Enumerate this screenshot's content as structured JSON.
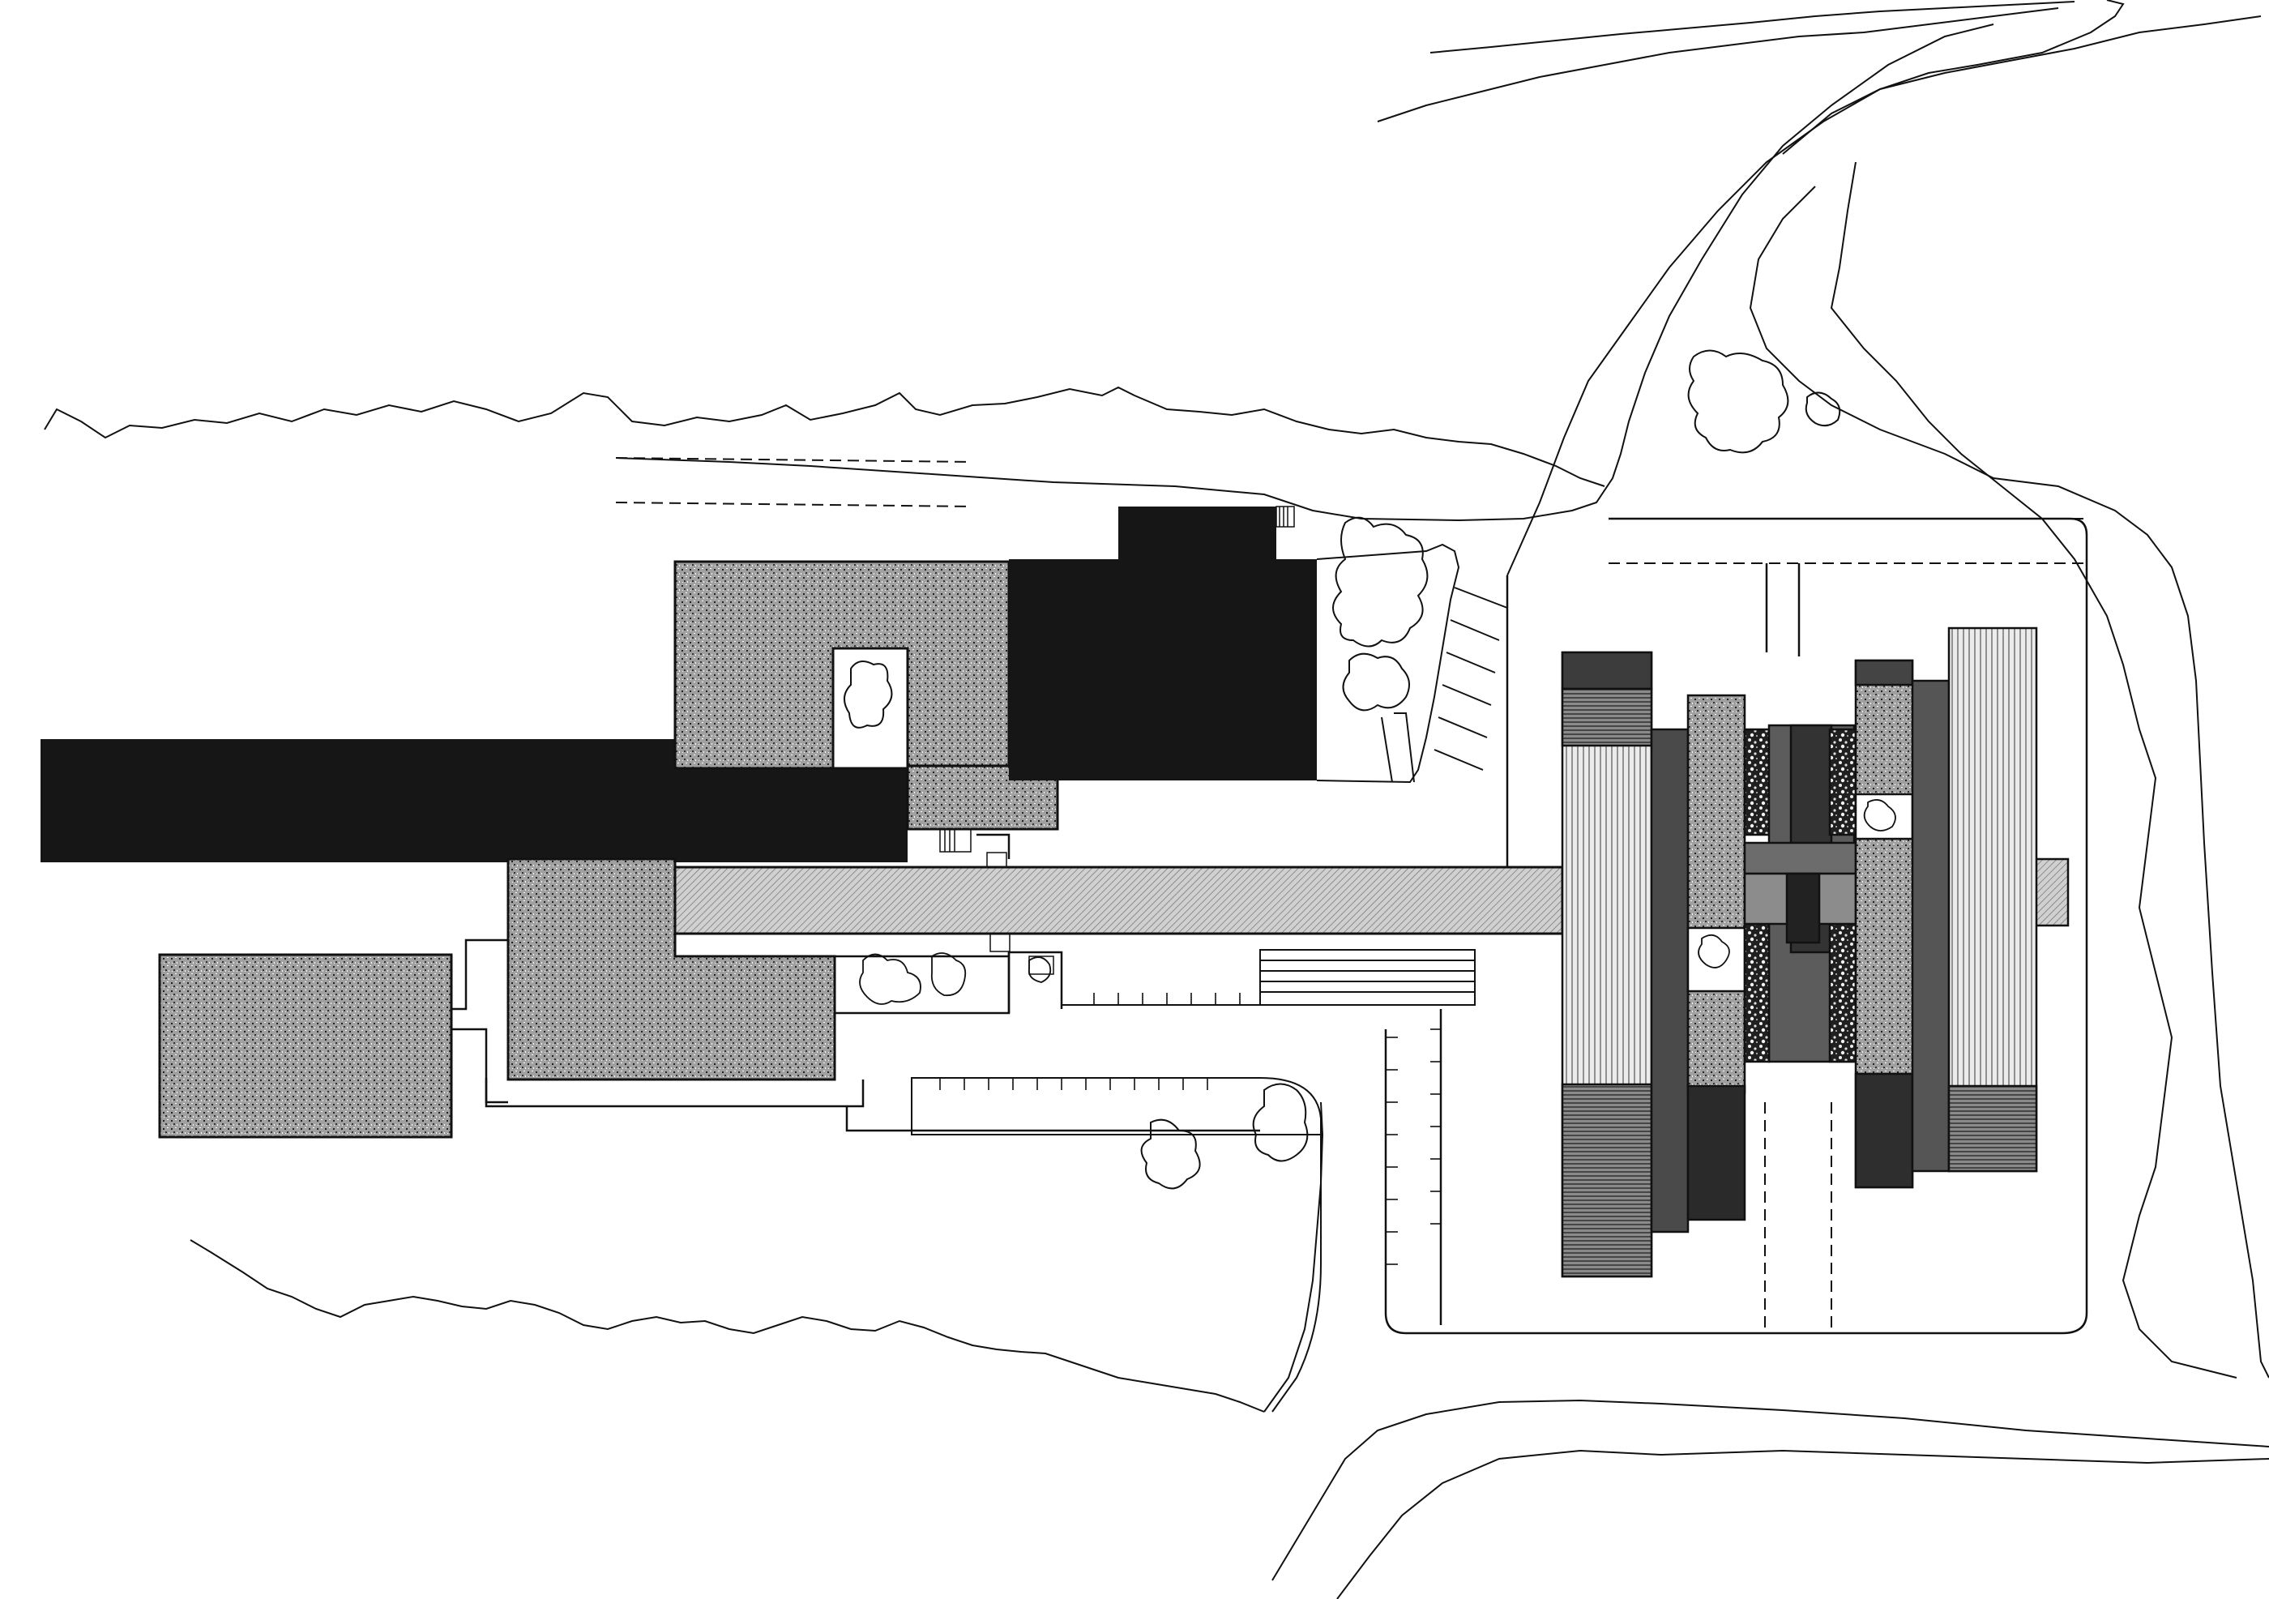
{
  "drawing": {
    "kind": "architectural site plan",
    "background_color": "#ffffff",
    "line_color": "#111111",
    "text_labels": []
  },
  "colors": {
    "solid_building": "#161616",
    "stipple_building": "#9a9a9a",
    "walkway_hatch": "#c4c4c4",
    "fine_vertical_hatch": "#d2d2d2",
    "dark_block": "#3c3c3c",
    "mid_block": "#6c6c6c",
    "light_block": "#8c8c8c"
  },
  "legend": {
    "solid_black": "solid",
    "stippled": "stipple",
    "hatched": "hatch"
  }
}
